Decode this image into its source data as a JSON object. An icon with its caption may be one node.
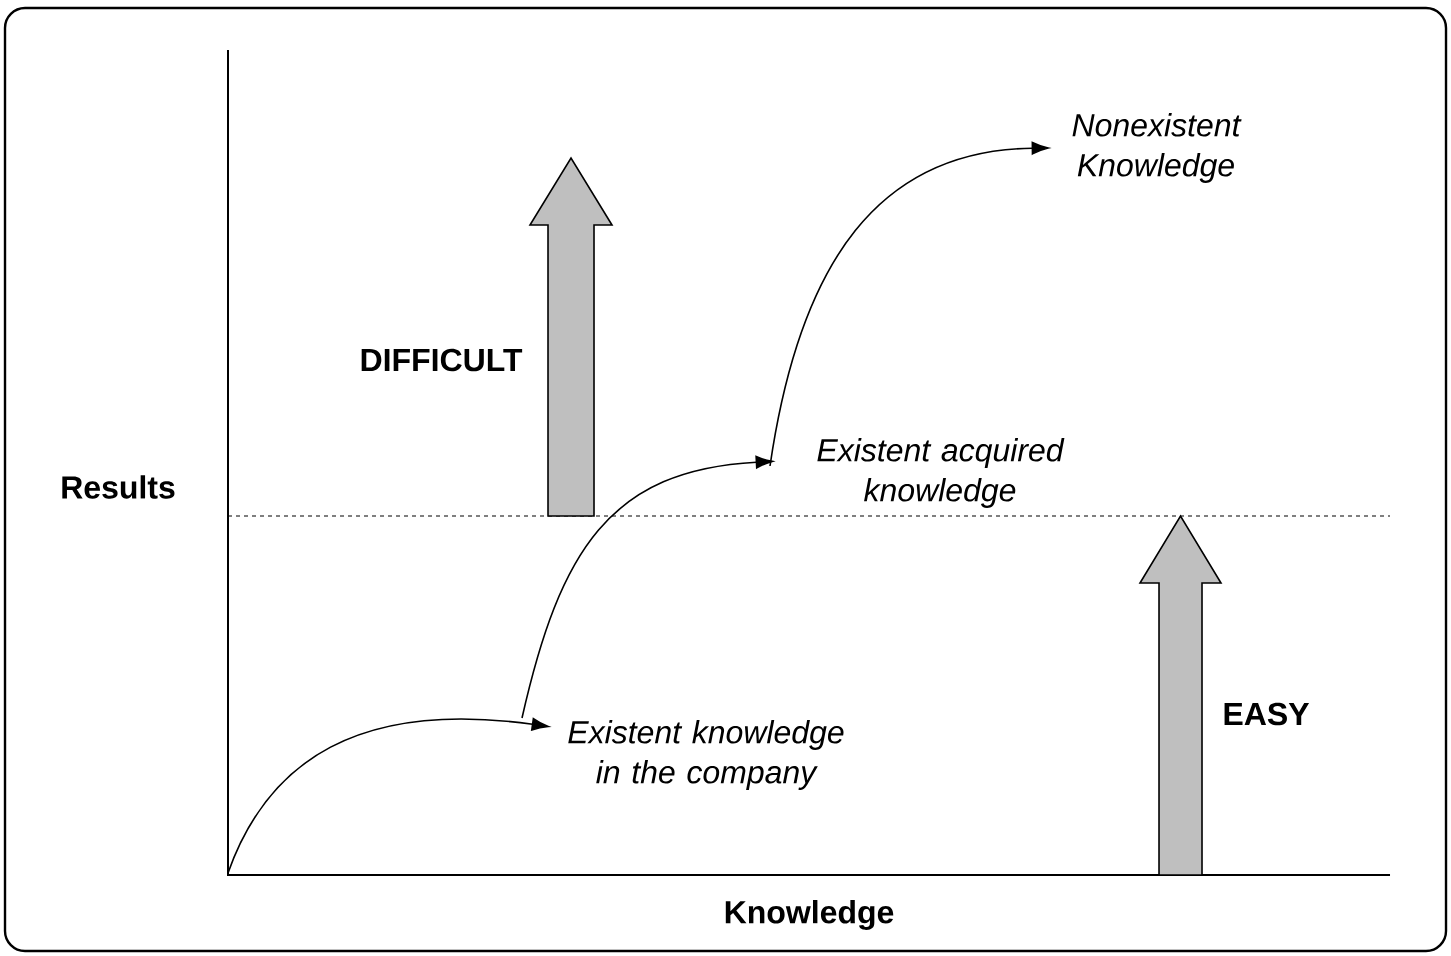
{
  "diagram": {
    "nodes": [
      {
        "text": [
          "Existent knowledge in the company"
        ]
      },
      {
        "text": [
          "Existent acquired knowledge"
        ]
      },
      {
        "text": [
          "Nonexistent Knowledge"
        ]
      }
    ],
    "edges": [
      {
        "from": null,
        "to": 0,
        "arrow": "to"
      },
      {
        "from": null,
        "to": 1,
        "arrow": "to"
      },
      {
        "from": null,
        "to": 2,
        "arrow": "to"
      }
    ],
    "labels": [
      "DIFFICULT",
      "Results",
      "EASY",
      "Knowledge"
    ]
  }
}
